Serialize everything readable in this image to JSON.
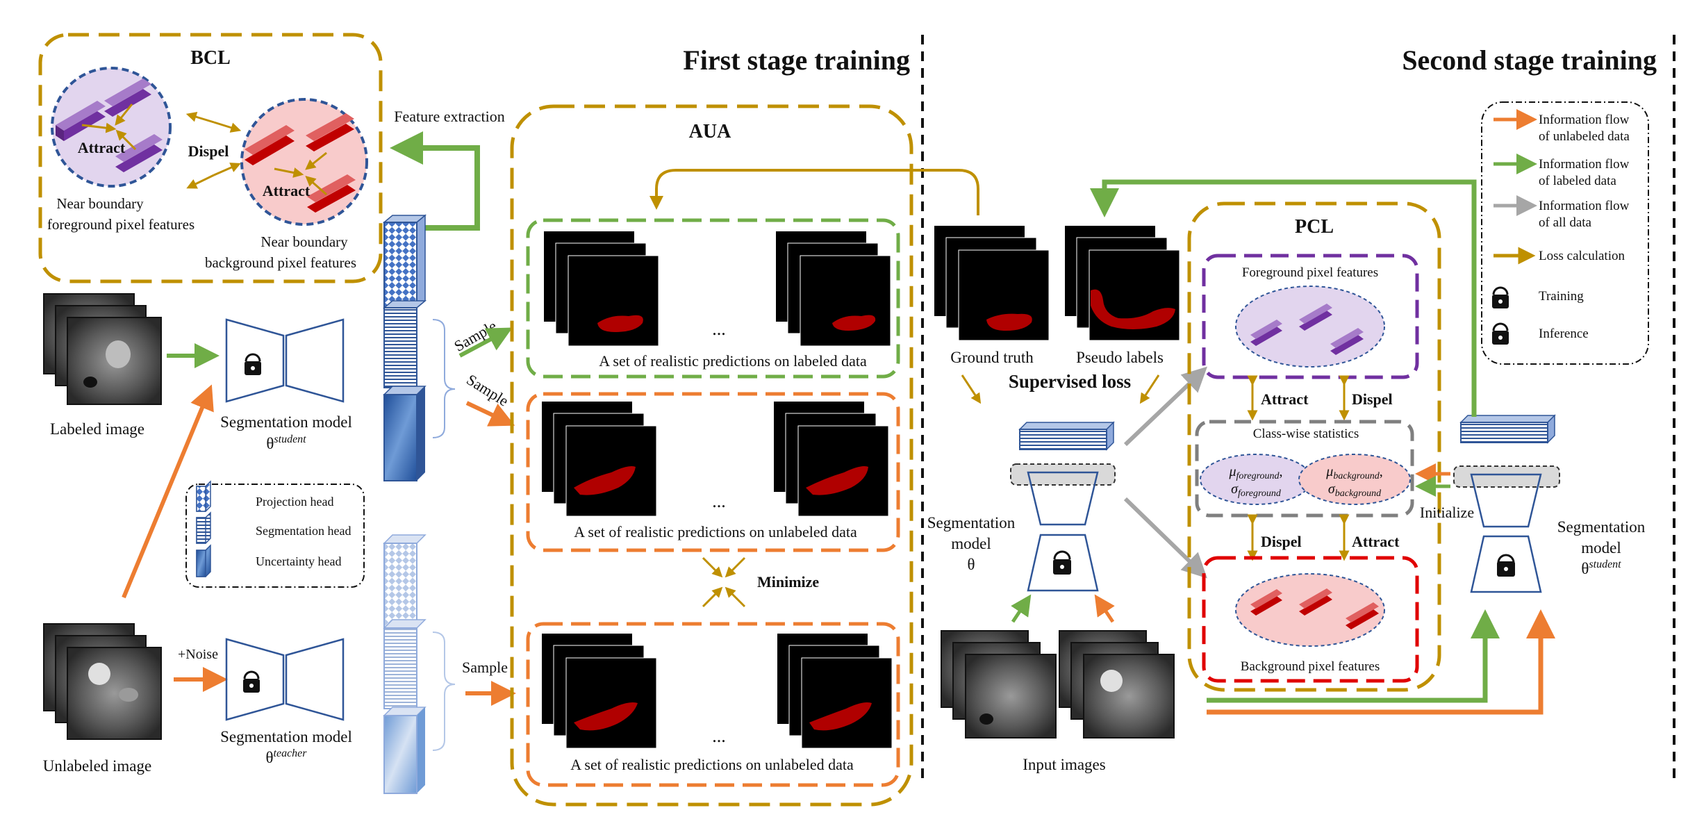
{
  "titles": {
    "first_stage": "First stage training",
    "second_stage": "Second stage training"
  },
  "bcl": {
    "title": "BCL",
    "attract_left": "Attract",
    "attract_right": "Attract",
    "dispel": "Dispel",
    "fg_caption_1": "Near boundary",
    "fg_caption_2": "foreground pixel features",
    "bg_caption_1": "Near boundary",
    "bg_caption_2": "background pixel features"
  },
  "feature_extraction": "Feature extraction",
  "left": {
    "labeled_image": "Labeled image",
    "unlabeled_image": "Unlabeled image",
    "seg_student": "Segmentation model",
    "theta_student_sym": "θ",
    "theta_student_sup": "student",
    "seg_teacher": "Segmentation model",
    "theta_teacher_sym": "θ",
    "theta_teacher_sup": "teacher",
    "noise": "+Noise"
  },
  "heads": {
    "projection": "Projection head",
    "segmentation": "Segmentation head",
    "uncertainty": "Uncertainty head"
  },
  "sample": {
    "s1": "Sample",
    "s2": "Sample",
    "s3": "Sample"
  },
  "aua": {
    "title": "AUA",
    "labeled_caption": "A set of realistic predictions on labeled data",
    "unlabeled_caption_1": "A set of realistic predictions on unlabeled data",
    "unlabeled_caption_2": "A set of realistic predictions on unlabeled data",
    "ellipsis": "...",
    "minimize": "Minimize"
  },
  "middle": {
    "ground_truth": "Ground truth",
    "pseudo_labels": "Pseudo labels",
    "supervised_loss": "Supervised loss",
    "seg_model_1": "Segmentation",
    "seg_model_2": "model",
    "theta": "θ",
    "input_images": "Input images"
  },
  "pcl": {
    "title": "PCL",
    "fg_features": "Foreground pixel features",
    "bg_features": "Background pixel features",
    "class_stats": "Class-wise statistics",
    "attract_top": "Attract",
    "dispel_top": "Dispel",
    "dispel_bottom": "Dispel",
    "attract_bottom": "Attract",
    "mu_fg": "μ",
    "mu_fg_sub": "foreground",
    "sigma_fg": "σ",
    "sigma_fg_sub": "foreground",
    "mu_bg": "μ",
    "mu_bg_sub": "background",
    "sigma_bg": "σ",
    "sigma_bg_sub": "background"
  },
  "right": {
    "initialize": "Initialize",
    "seg_model_1": "Segmentation",
    "seg_model_2": "model",
    "theta_sym": "θ",
    "theta_sup": "student"
  },
  "legend": {
    "items": [
      {
        "line1": "Information flow",
        "line2": "of unlabeled data",
        "color": "#ED7D31"
      },
      {
        "line1": "Information flow",
        "line2": "of labeled data",
        "color": "#70AD47"
      },
      {
        "line1": "Information flow",
        "line2": "of all data",
        "color": "#A6A6A6"
      },
      {
        "line1": "Loss calculation",
        "line2": "",
        "color": "#BF9000"
      }
    ],
    "training": "Training",
    "inference": "Inference"
  },
  "colors": {
    "orange": "#ED7D31",
    "green": "#70AD47",
    "gray": "#A6A6A6",
    "gold": "#BF9000",
    "purple": "#7030A0",
    "red": "#E00000",
    "navy": "#2F5597"
  }
}
